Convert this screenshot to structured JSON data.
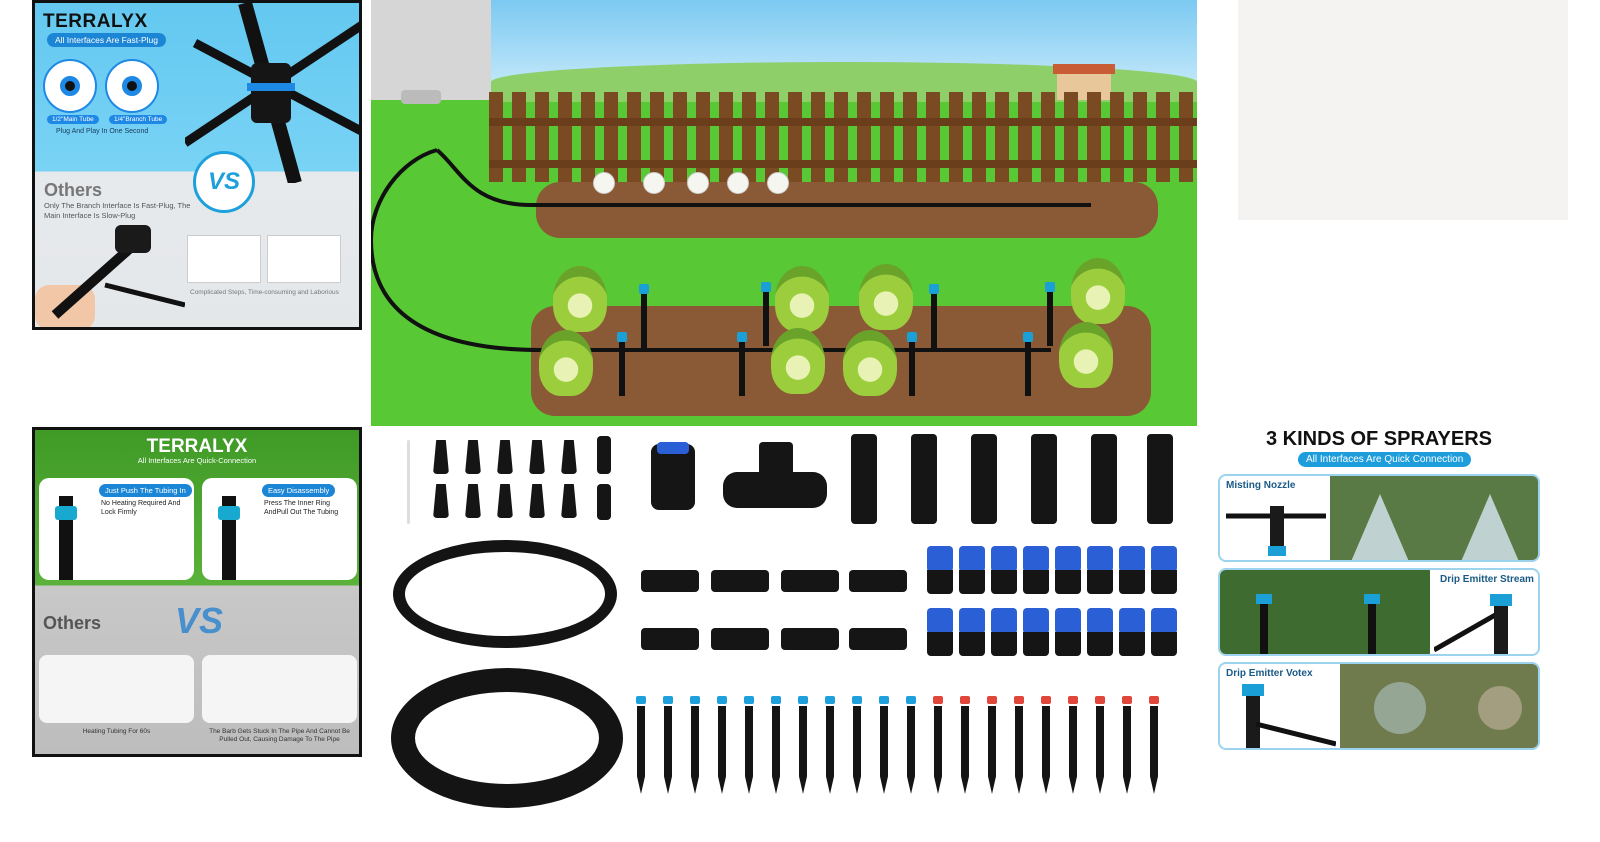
{
  "tile_top_left": {
    "brand": "TERRALYX",
    "pill": "All Interfaces Are Fast-Plug",
    "tag_main": "1/2\"Main Tube",
    "tag_branch": "1/4\"Branch Tube",
    "caption": "Plug And Play In One Second",
    "others_title": "Others",
    "others_desc": "Only The Branch Interface Is Fast-Plug, The Main Interface Is Slow-Plug",
    "vs": "VS",
    "complicated": "Complicated Steps, Time-consuming and Laborious"
  },
  "tile_bottom_left": {
    "brand": "TERRALYX",
    "sub": "All Interfaces Are Quick-Connection",
    "card1_header": "Just Push The Tubing In",
    "card1_text": "No Heating Required And Lock Firmly",
    "card2_header": "Easy Disassembly",
    "card2_text": "Press The Inner Ring AndPull Out The Tubing",
    "others_title": "Others",
    "vs": "VS",
    "cap_left": "Heating Tubing For 60s",
    "cap_right": "The Barb Gets Stuck In The Pipe And Cannot Be Pulled Out, Causing Damage To The Pipe"
  },
  "tile_sprayers": {
    "title": "3 KINDS OF SPRAYERS",
    "pill": "All Interfaces Are Quick Connection",
    "label_1": "Misting Nozzle",
    "label_2": "Drip Emitter Stream",
    "label_3": "Drip Emitter Votex"
  },
  "colors": {
    "accent_blue": "#1e88e5",
    "grass": "#58c934",
    "soil": "#8a5a36",
    "fence": "#7a4a22"
  }
}
